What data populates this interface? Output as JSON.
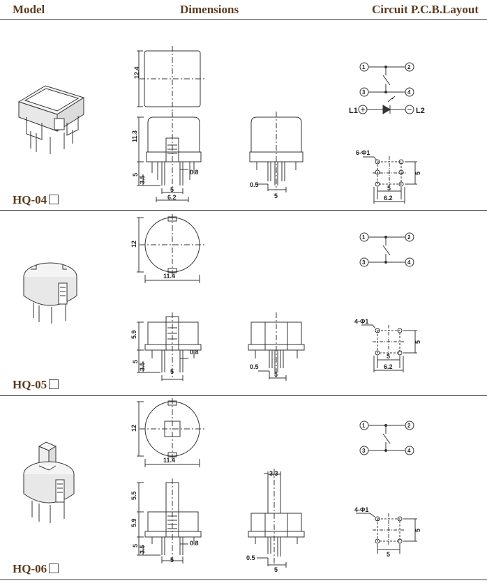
{
  "header": {
    "model": "Model",
    "dimensions": "Dimensions",
    "circuit": "Circuit P.C.B.Layout"
  },
  "rows": [
    {
      "model": "HQ-04",
      "top_dim": "12.4",
      "h_dim": "11.3",
      "lead_dim": "5",
      "pin_dim": "3.5",
      "pitch_dim": "0.8",
      "w5": "5",
      "w62": "6.2",
      "side_dim": "0.5",
      "side_w": "5",
      "pcb_hole": "6-Φ1",
      "pcb_v": "5",
      "pcb_h1": "5",
      "pcb_h2": "6.2",
      "pins": [
        "1",
        "2",
        "3",
        "4"
      ],
      "led_l1": "L1",
      "led_l2": "L2"
    },
    {
      "model": "HQ-05",
      "top_dim": "12",
      "top_w": "11.4",
      "h_dim": "5.9",
      "lead_dim": "5",
      "pin_dim": "3.5",
      "pitch_dim": "0.8",
      "w5": "5",
      "side_dim": "0.5",
      "side_w": "5",
      "pcb_hole": "4-Φ1",
      "pcb_v": "5",
      "pcb_h1": "5",
      "pcb_h2": "6.2",
      "pins": [
        "1",
        "2",
        "3",
        "4"
      ]
    },
    {
      "model": "HQ-06",
      "top_dim": "12",
      "top_w": "11.4",
      "cap_h": "5.5",
      "h_dim": "5.9",
      "lead_dim": "5",
      "pin_dim": "3.5",
      "pitch_dim": "0.8",
      "w5": "5",
      "side_dim": "0.5",
      "side_w": "5",
      "cap_w": "3.3",
      "pcb_hole": "4-Φ1",
      "pcb_v": "5",
      "pcb_h1": "5",
      "pins": [
        "1",
        "2",
        "3",
        "4"
      ]
    }
  ]
}
